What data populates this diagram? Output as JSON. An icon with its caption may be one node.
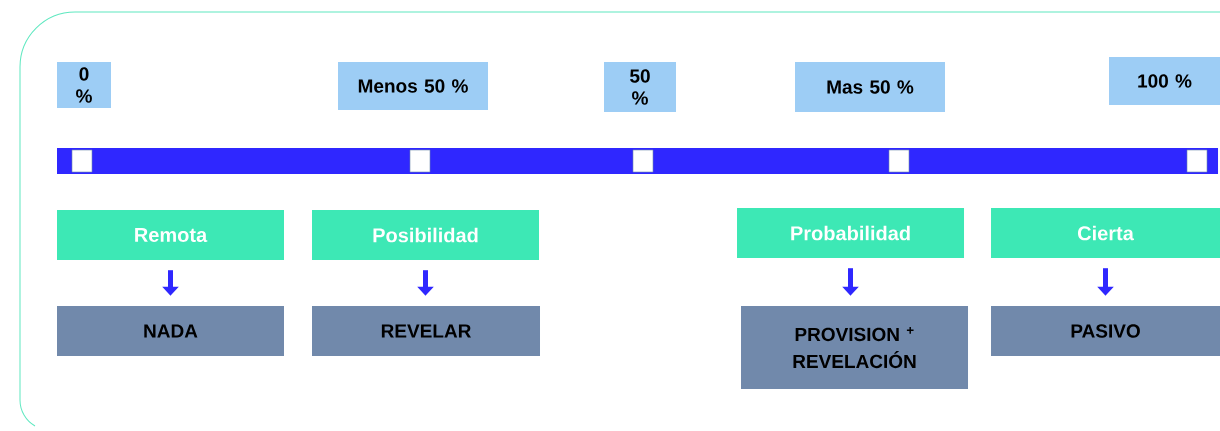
{
  "diagram": {
    "nodes": [
      {
        "text": [
          "0 %"
        ]
      },
      {
        "text": [
          "Menos 50 %"
        ]
      },
      {
        "text": [
          "50 %"
        ]
      },
      {
        "text": [
          "Mas 50 %"
        ]
      },
      {
        "text": [
          "100 %"
        ]
      },
      {
        "text": [
          "Remota"
        ]
      },
      {
        "text": [
          "Posibilidad"
        ]
      },
      {
        "text": [
          "Probabilidad"
        ]
      },
      {
        "text": [
          "Cierta"
        ]
      },
      {
        "text": [
          "NADA"
        ]
      },
      {
        "text": [
          "REVELAR"
        ]
      },
      {
        "text": [
          "PROVISION $^{+}$ REVELACIÓN"
        ]
      },
      {
        "text": [
          "PASIVO"
        ]
      }
    ],
    "edges": [
      {
        "from": 5,
        "to": 9,
        "arrow": "to"
      },
      {
        "from": 6,
        "to": 10,
        "arrow": "to"
      },
      {
        "from": 7,
        "to": 11,
        "arrow": "to"
      },
      {
        "from": 8,
        "to": 12,
        "arrow": "to"
      }
    ]
  }
}
